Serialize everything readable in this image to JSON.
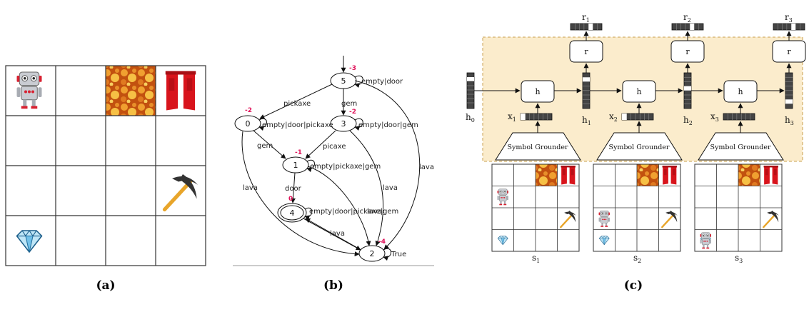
{
  "captions": {
    "a": "(a)",
    "b": "(b)",
    "c": "(c)"
  },
  "graph": {
    "states": [
      {
        "id": "5",
        "reward": "-3"
      },
      {
        "id": "0",
        "reward": "-2"
      },
      {
        "id": "3",
        "reward": "-2"
      },
      {
        "id": "1",
        "reward": "-1"
      },
      {
        "id": "4",
        "reward": "0"
      },
      {
        "id": "2",
        "reward": "-4"
      }
    ],
    "edge_labels": {
      "s5_self": "empty|door",
      "s5_s0": "pickaxe",
      "s5_s3": "gem",
      "s5_s2": "lava",
      "s0_self": "empty|door|pickaxe",
      "s0_s1": "gem",
      "s0_s2": "lava",
      "s3_self": "empty|door|gem",
      "s3_s1": "picaxe",
      "s3_s2": "lava",
      "s1_self": "empty|pickaxe|gem",
      "s1_s4": "door",
      "s1_s2": "lava",
      "s4_self": "empty|door|pickaxe|gem",
      "s4_lava_inline": "lava",
      "s4_s2": "lava",
      "s2_self": "True"
    }
  },
  "rnn": {
    "h_label": "h",
    "r_label": "r",
    "grounder_label": "Symbol Grounder",
    "h0": "h",
    "h0_sub": "0",
    "steps": [
      {
        "x": "x",
        "x_sub": "1",
        "h": "h",
        "h_sub": "1",
        "r": "r",
        "r_sub": "1",
        "s": "s",
        "s_sub": "1"
      },
      {
        "x": "x",
        "x_sub": "2",
        "h": "h",
        "h_sub": "2",
        "r": "r",
        "r_sub": "2",
        "s": "s",
        "s_sub": "2"
      },
      {
        "x": "x",
        "x_sub": "3",
        "h": "h",
        "h_sub": "3",
        "r": "r",
        "r_sub": "3",
        "s": "s",
        "s_sub": "3"
      }
    ]
  },
  "icons": [
    "robot-icon",
    "lava-icon",
    "door-icon",
    "pickaxe-icon",
    "gem-icon"
  ],
  "colors": {
    "lava_dark": "#b8430c",
    "lava_light": "#f5b63a",
    "door": "#d8141c",
    "gem": "#3fa9e0",
    "pickaxe_handle": "#e8a52a",
    "highlight": "#fbeccc",
    "reward": "#e0135a"
  }
}
